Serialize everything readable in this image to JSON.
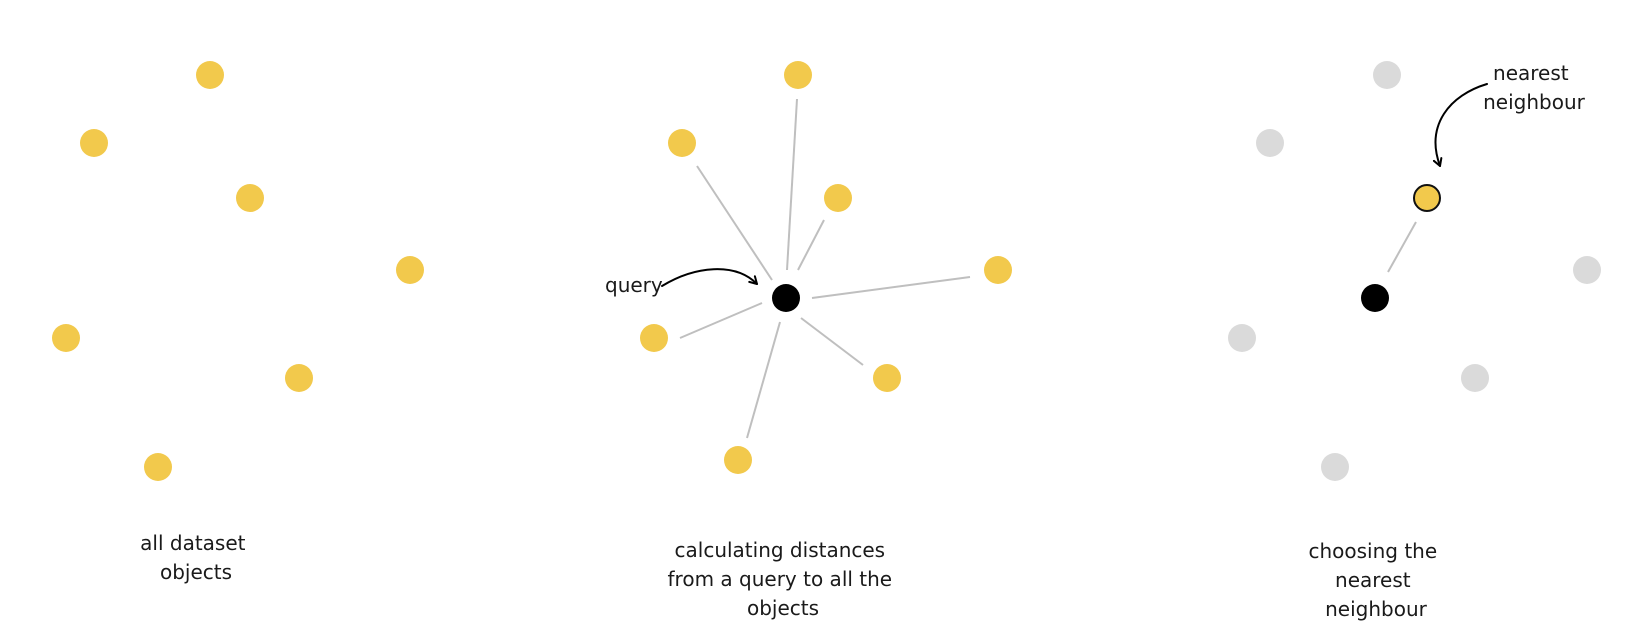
{
  "panels": [
    {
      "caption_lines": [
        "all dataset",
        "objects"
      ]
    },
    {
      "caption_lines": [
        "calculating distances",
        "from a query to all the",
        "objects"
      ],
      "query_label": "query"
    },
    {
      "caption_lines": [
        "choosing the",
        "nearest",
        "neighbour"
      ],
      "nearest_label_lines": [
        "nearest",
        "neighbour"
      ]
    }
  ],
  "colors": {
    "dataset_point": "#f2c94c",
    "dimmed_point": "#dadada",
    "query_point": "#000000",
    "distance_line": "#bfbfbf"
  }
}
